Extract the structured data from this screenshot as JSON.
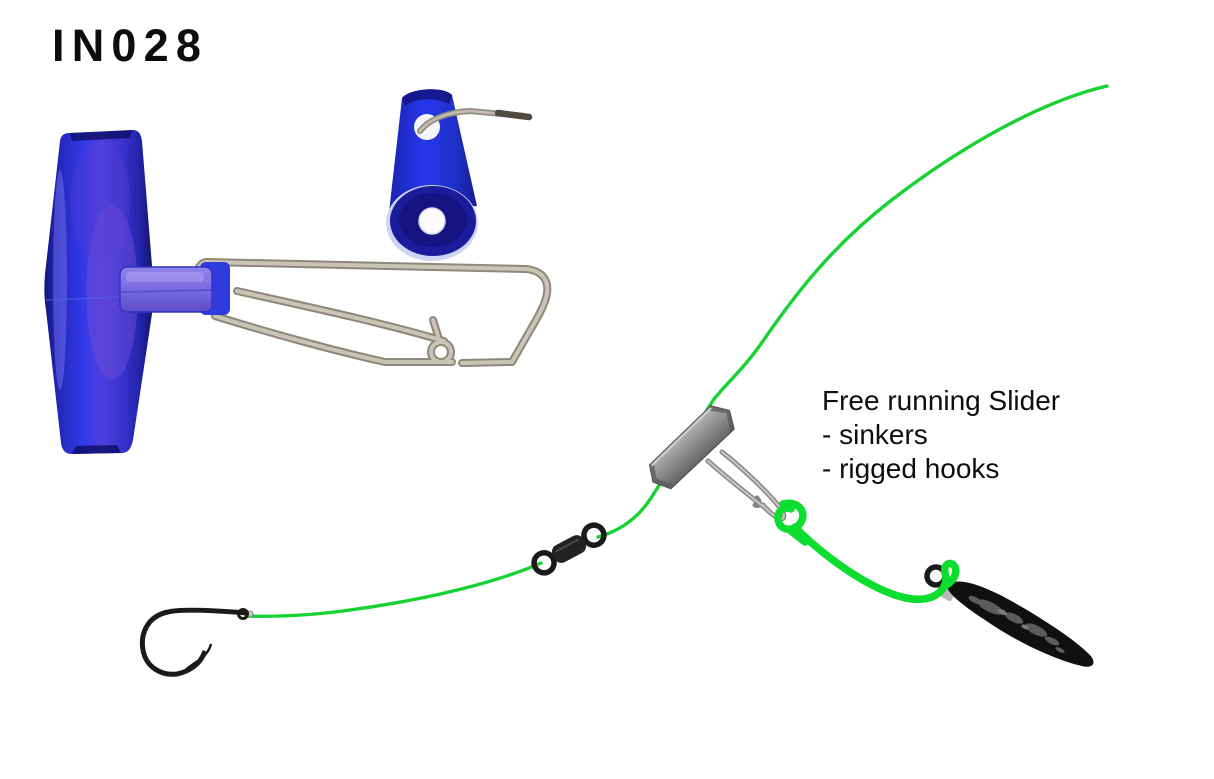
{
  "header": {
    "title": "IN028"
  },
  "annotation": {
    "heading": "Free running Slider",
    "items": [
      "- sinkers",
      "- rigged hooks"
    ]
  },
  "diagram_parts": {
    "slider_photo": "blue line slider with snap clip",
    "tube_photo": "blue slider tube end view with wire",
    "rig": "free running slider rig with swivel, hook and sinker"
  },
  "colors": {
    "line_green": "#16d233",
    "rig_green": "#0ddd2e",
    "slider_blue": "#2e34e2",
    "clamp_violet": "#7b6ae0",
    "metal_silver": "#b7b2a4",
    "hardware_black": "#1a1a1a",
    "slider_gray": "#9a9a9a",
    "text_black": "#0d0d0d"
  }
}
